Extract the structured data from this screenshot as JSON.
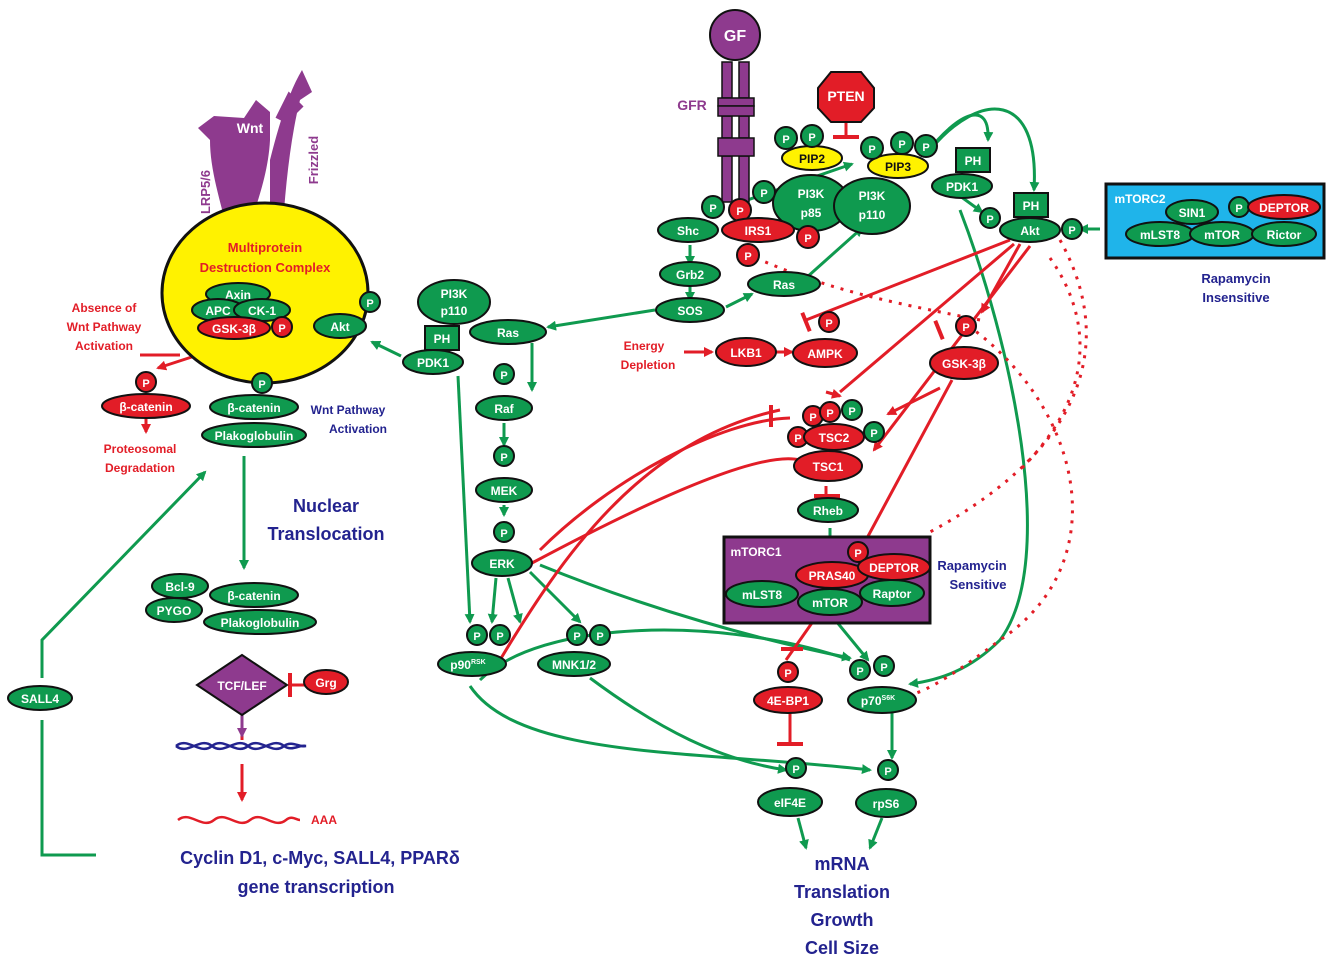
{
  "colors": {
    "green": "#0f9a4f",
    "red": "#e21d27",
    "purple": "#8e3a8e",
    "yellow": "#fff200",
    "blue": "#1fb4ea",
    "navy": "#23238f",
    "white": "#ffffff",
    "black": "#111111"
  },
  "wnt": {
    "ligand": "Wnt",
    "lrp": "LRP5/6",
    "frizzled": "Frizzled",
    "complex_line1": "Multiprotein",
    "complex_line2": "Destruction Complex",
    "axin": "Axin",
    "apc": "APC",
    "ck1": "CK-1",
    "gsk3b": "GSK-3β",
    "akt": "Akt",
    "absence_line1": "Absence of",
    "absence_line2": "Wnt Pathway",
    "absence_line3": "Activation",
    "bcatenin": "β-catenin",
    "proteosomal_line1": "Proteosomal",
    "proteosomal_line2": "Degradation",
    "bcatenin_active": "β-catenin",
    "plakoglobulin": "Plakoglobulin",
    "activation_line1": "Wnt Pathway",
    "activation_line2": "Activation",
    "nuclear_line1": "Nuclear",
    "nuclear_line2": "Translocation",
    "bcl9": "Bcl-9",
    "pygo": "PYGO",
    "bcatenin_nuc": "β-catenin",
    "plakoglobulin_nuc": "Plakoglobulin",
    "tcf": "TCF/LEF",
    "grg": "Grg",
    "aaa": "AAA",
    "sall4": "SALL4",
    "transcription_line1": "Cyclin D1, c-Myc, SALL4, PPARδ",
    "transcription_line2": "gene transcription"
  },
  "receptor": {
    "gf": "GF",
    "gfr": "GFR",
    "pten": "PTEN",
    "pip2": "PIP2",
    "pip3": "PIP3",
    "shc": "Shc",
    "irs1": "IRS1",
    "pi3k_line1": "PI3K",
    "pi3k_p85": "p85",
    "pi3k_p110": "p110",
    "grb2": "Grb2",
    "sos": "SOS",
    "ras": "Ras",
    "pdk1": "PDK1",
    "ph": "PH",
    "akt": "Akt"
  },
  "mapk": {
    "pi3k": "PI3K",
    "p110": "p110",
    "ph": "PH",
    "pdk1": "PDK1",
    "ras": "Ras",
    "raf": "Raf",
    "mek": "MEK",
    "erk": "ERK",
    "p90_main": "p90",
    "p90_sup": "RSK",
    "mnk": "MNK1/2"
  },
  "energy": {
    "label_line1": "Energy",
    "label_line2": "Depletion",
    "lkb1": "LKB1",
    "ampk": "AMPK",
    "gsk3b": "GSK-3β",
    "tsc2": "TSC2",
    "tsc1": "TSC1",
    "rheb": "Rheb"
  },
  "mtorc2": {
    "title": "mTORC2",
    "sin1": "SIN1",
    "deptor": "DEPTOR",
    "mlst8": "mLST8",
    "mtor": "mTOR",
    "rictor": "Rictor",
    "note_line1": "Rapamycin",
    "note_line2": "Insensitive"
  },
  "mtorc1": {
    "title": "mTORC1",
    "pras40": "PRAS40",
    "deptor": "DEPTOR",
    "mlst8": "mLST8",
    "mtor": "mTOR",
    "raptor": "Raptor",
    "note_line1": "Rapamycin",
    "note_line2": "Sensitive"
  },
  "translation": {
    "ebp1": "4E-BP1",
    "p70_main": "p70",
    "p70_sup": "S6K",
    "eif4e": "eIF4E",
    "rps6": "rpS6",
    "out_line1": "mRNA",
    "out_line2": "Translation",
    "out_line3": "Growth",
    "out_line4": "Cell Size"
  },
  "phospho": "P"
}
